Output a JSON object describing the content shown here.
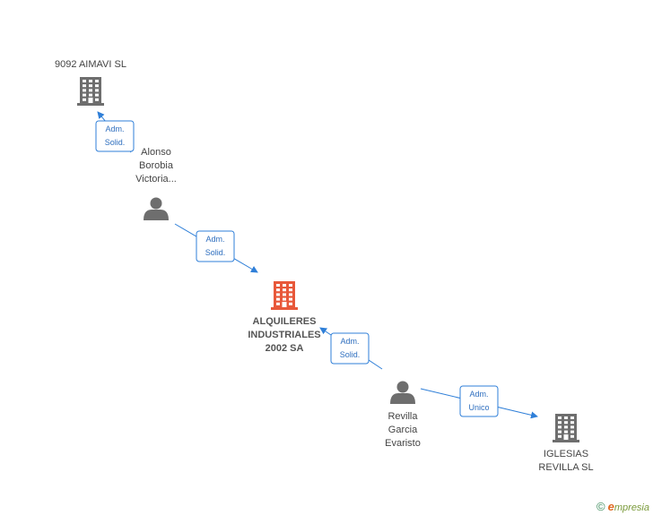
{
  "colors": {
    "edge": "#2f7fd8",
    "edge_text": "#2f6fbf",
    "company": "#6e6e6e",
    "company_main": "#e8583a",
    "person": "#6e6e6e"
  },
  "nodes": [
    {
      "id": "aimavi",
      "type": "company",
      "icon": "building-icon",
      "lines": [
        "9092 AIMAVI SL"
      ],
      "main": false
    },
    {
      "id": "alonso",
      "type": "person",
      "icon": "person-icon",
      "lines": [
        "Alonso",
        "Borobia",
        "Victoria..."
      ],
      "main": false
    },
    {
      "id": "alquileres",
      "type": "company",
      "icon": "building-icon",
      "lines": [
        "ALQUILERES",
        "INDUSTRIALES",
        "2002 SA"
      ],
      "main": true
    },
    {
      "id": "revilla",
      "type": "person",
      "icon": "person-icon",
      "lines": [
        "Revilla",
        "Garcia",
        "Evaristo"
      ],
      "main": false
    },
    {
      "id": "iglesias",
      "type": "company",
      "icon": "building-icon",
      "lines": [
        "IGLESIAS",
        "REVILLA SL"
      ],
      "main": false
    }
  ],
  "edges": [
    {
      "from": "alonso",
      "to": "aimavi",
      "label": [
        "Adm.",
        "Solid."
      ]
    },
    {
      "from": "alonso",
      "to": "alquileres",
      "label": [
        "Adm.",
        "Solid."
      ]
    },
    {
      "from": "revilla",
      "to": "alquileres",
      "label": [
        "Adm.",
        "Solid."
      ]
    },
    {
      "from": "revilla",
      "to": "iglesias",
      "label": [
        "Adm.",
        "Unico"
      ]
    }
  ],
  "brand": {
    "copyright": "©",
    "initial": "e",
    "rest": "mpresia"
  }
}
